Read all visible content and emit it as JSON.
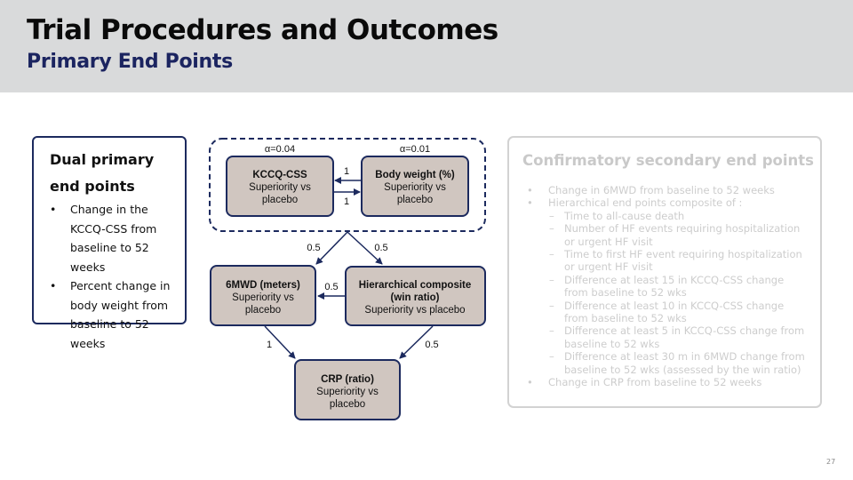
{
  "header": {
    "title": "Trial Procedures and Outcomes",
    "subtitle": "Primary End Points"
  },
  "left_panel": {
    "heading": "Dual primary end points",
    "bullets": [
      "Change in the KCCQ-CSS from baseline to 52 weeks",
      "Percent change in body weight from baseline to 52 weeks"
    ]
  },
  "diagram": {
    "alpha_left": "α=0.04",
    "alpha_right": "α=0.01",
    "nodes": {
      "kccq": {
        "title": "KCCQ-CSS",
        "line1": "Superiority vs",
        "line2": "placebo"
      },
      "bodyweight": {
        "title": "Body weight (%)",
        "line1": "Superiority vs",
        "line2": "placebo"
      },
      "sixmwd": {
        "title": "6MWD (meters)",
        "line1": "Superiority vs",
        "line2": "placebo"
      },
      "hierarchical": {
        "title": "Hierarchical composite",
        "title2": "(win ratio)",
        "line1": "Superiority vs placebo"
      },
      "crp": {
        "title": "CRP (ratio)",
        "line1": "Superiority vs",
        "line2": "placebo"
      }
    },
    "weights": {
      "bw_to_kccq": "1",
      "kccq_to_bw": "1",
      "to_6mwd": "0.5",
      "to_hier": "0.5",
      "hier_to_6mwd": "0.5",
      "sixmwd_to_crp": "1",
      "hier_to_crp": "0.5"
    }
  },
  "right_panel": {
    "heading": "Confirmatory secondary end points",
    "items": [
      {
        "level": 1,
        "marker": "•",
        "text": "Change in 6MWD from baseline to 52 weeks"
      },
      {
        "level": 1,
        "marker": "•",
        "text": "Hierarchical end points composite of :"
      },
      {
        "level": 2,
        "marker": "–",
        "text": "Time to all-cause death"
      },
      {
        "level": 2,
        "marker": "–",
        "text": "Number of HF events requiring hospitalization or urgent HF visit"
      },
      {
        "level": 2,
        "marker": "–",
        "text": "Time to first HF event requiring hospitalization or urgent HF visit"
      },
      {
        "level": 2,
        "marker": "–",
        "text": "Difference at least 15 in KCCQ-CSS change from baseline to 52 wks"
      },
      {
        "level": 2,
        "marker": "–",
        "text": "Difference at least 10 in KCCQ-CSS change from baseline to 52 wks"
      },
      {
        "level": 2,
        "marker": "–",
        "text": "Difference at least 5 in KCCQ-CSS change from baseline to 52 wks"
      },
      {
        "level": 2,
        "marker": "–",
        "text": "Difference at least 30 m in 6MWD change from baseline to 52 wks (assessed by the win ratio)"
      },
      {
        "level": 1,
        "marker": "•",
        "text": "Change in CRP from baseline to 52 weeks"
      }
    ]
  },
  "page_number": "27",
  "colors": {
    "header_bg": "#d9dadb",
    "navy": "#1c2a5e",
    "node_fill": "#d0c6c0",
    "faded_text": "#cdcdcd"
  }
}
